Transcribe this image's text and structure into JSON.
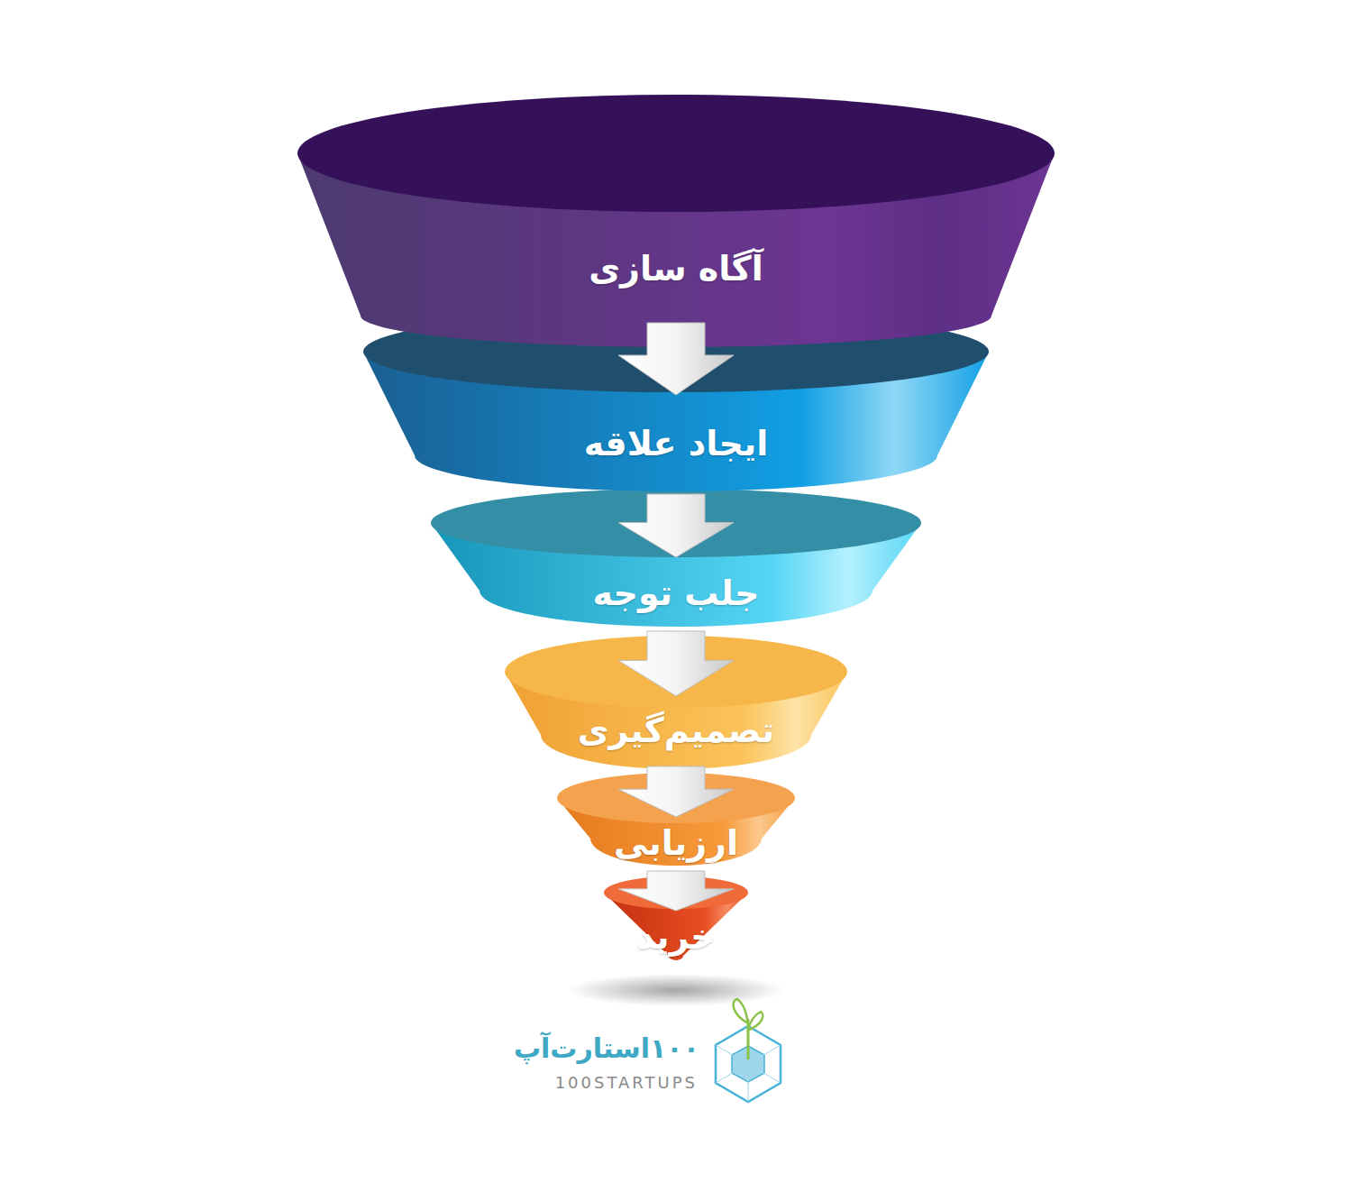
{
  "diagram": {
    "nodes": [
      {
        "text": [
          "آگاه سازی"
        ]
      },
      {
        "text": [
          "ایجاد علاقه"
        ]
      },
      {
        "text": [
          "جلب توجه"
        ]
      },
      {
        "text": [
          "تصمیم‌گیری"
        ]
      },
      {
        "text": [
          "ارزیابی"
        ]
      },
      {
        "text": [
          "خرید"
        ]
      }
    ],
    "edges": [
      {
        "from": 0,
        "to": 1,
        "arrow": "to"
      },
      {
        "from": 1,
        "to": 2,
        "arrow": "to"
      },
      {
        "from": 2,
        "to": 3,
        "arrow": "to"
      },
      {
        "from": 3,
        "to": 4,
        "arrow": "to"
      },
      {
        "from": 4,
        "to": 5,
        "arrow": "to"
      }
    ],
    "labels": [
      "۱۰۰استارت‌آپ",
      "100STARTUPS"
    ]
  }
}
